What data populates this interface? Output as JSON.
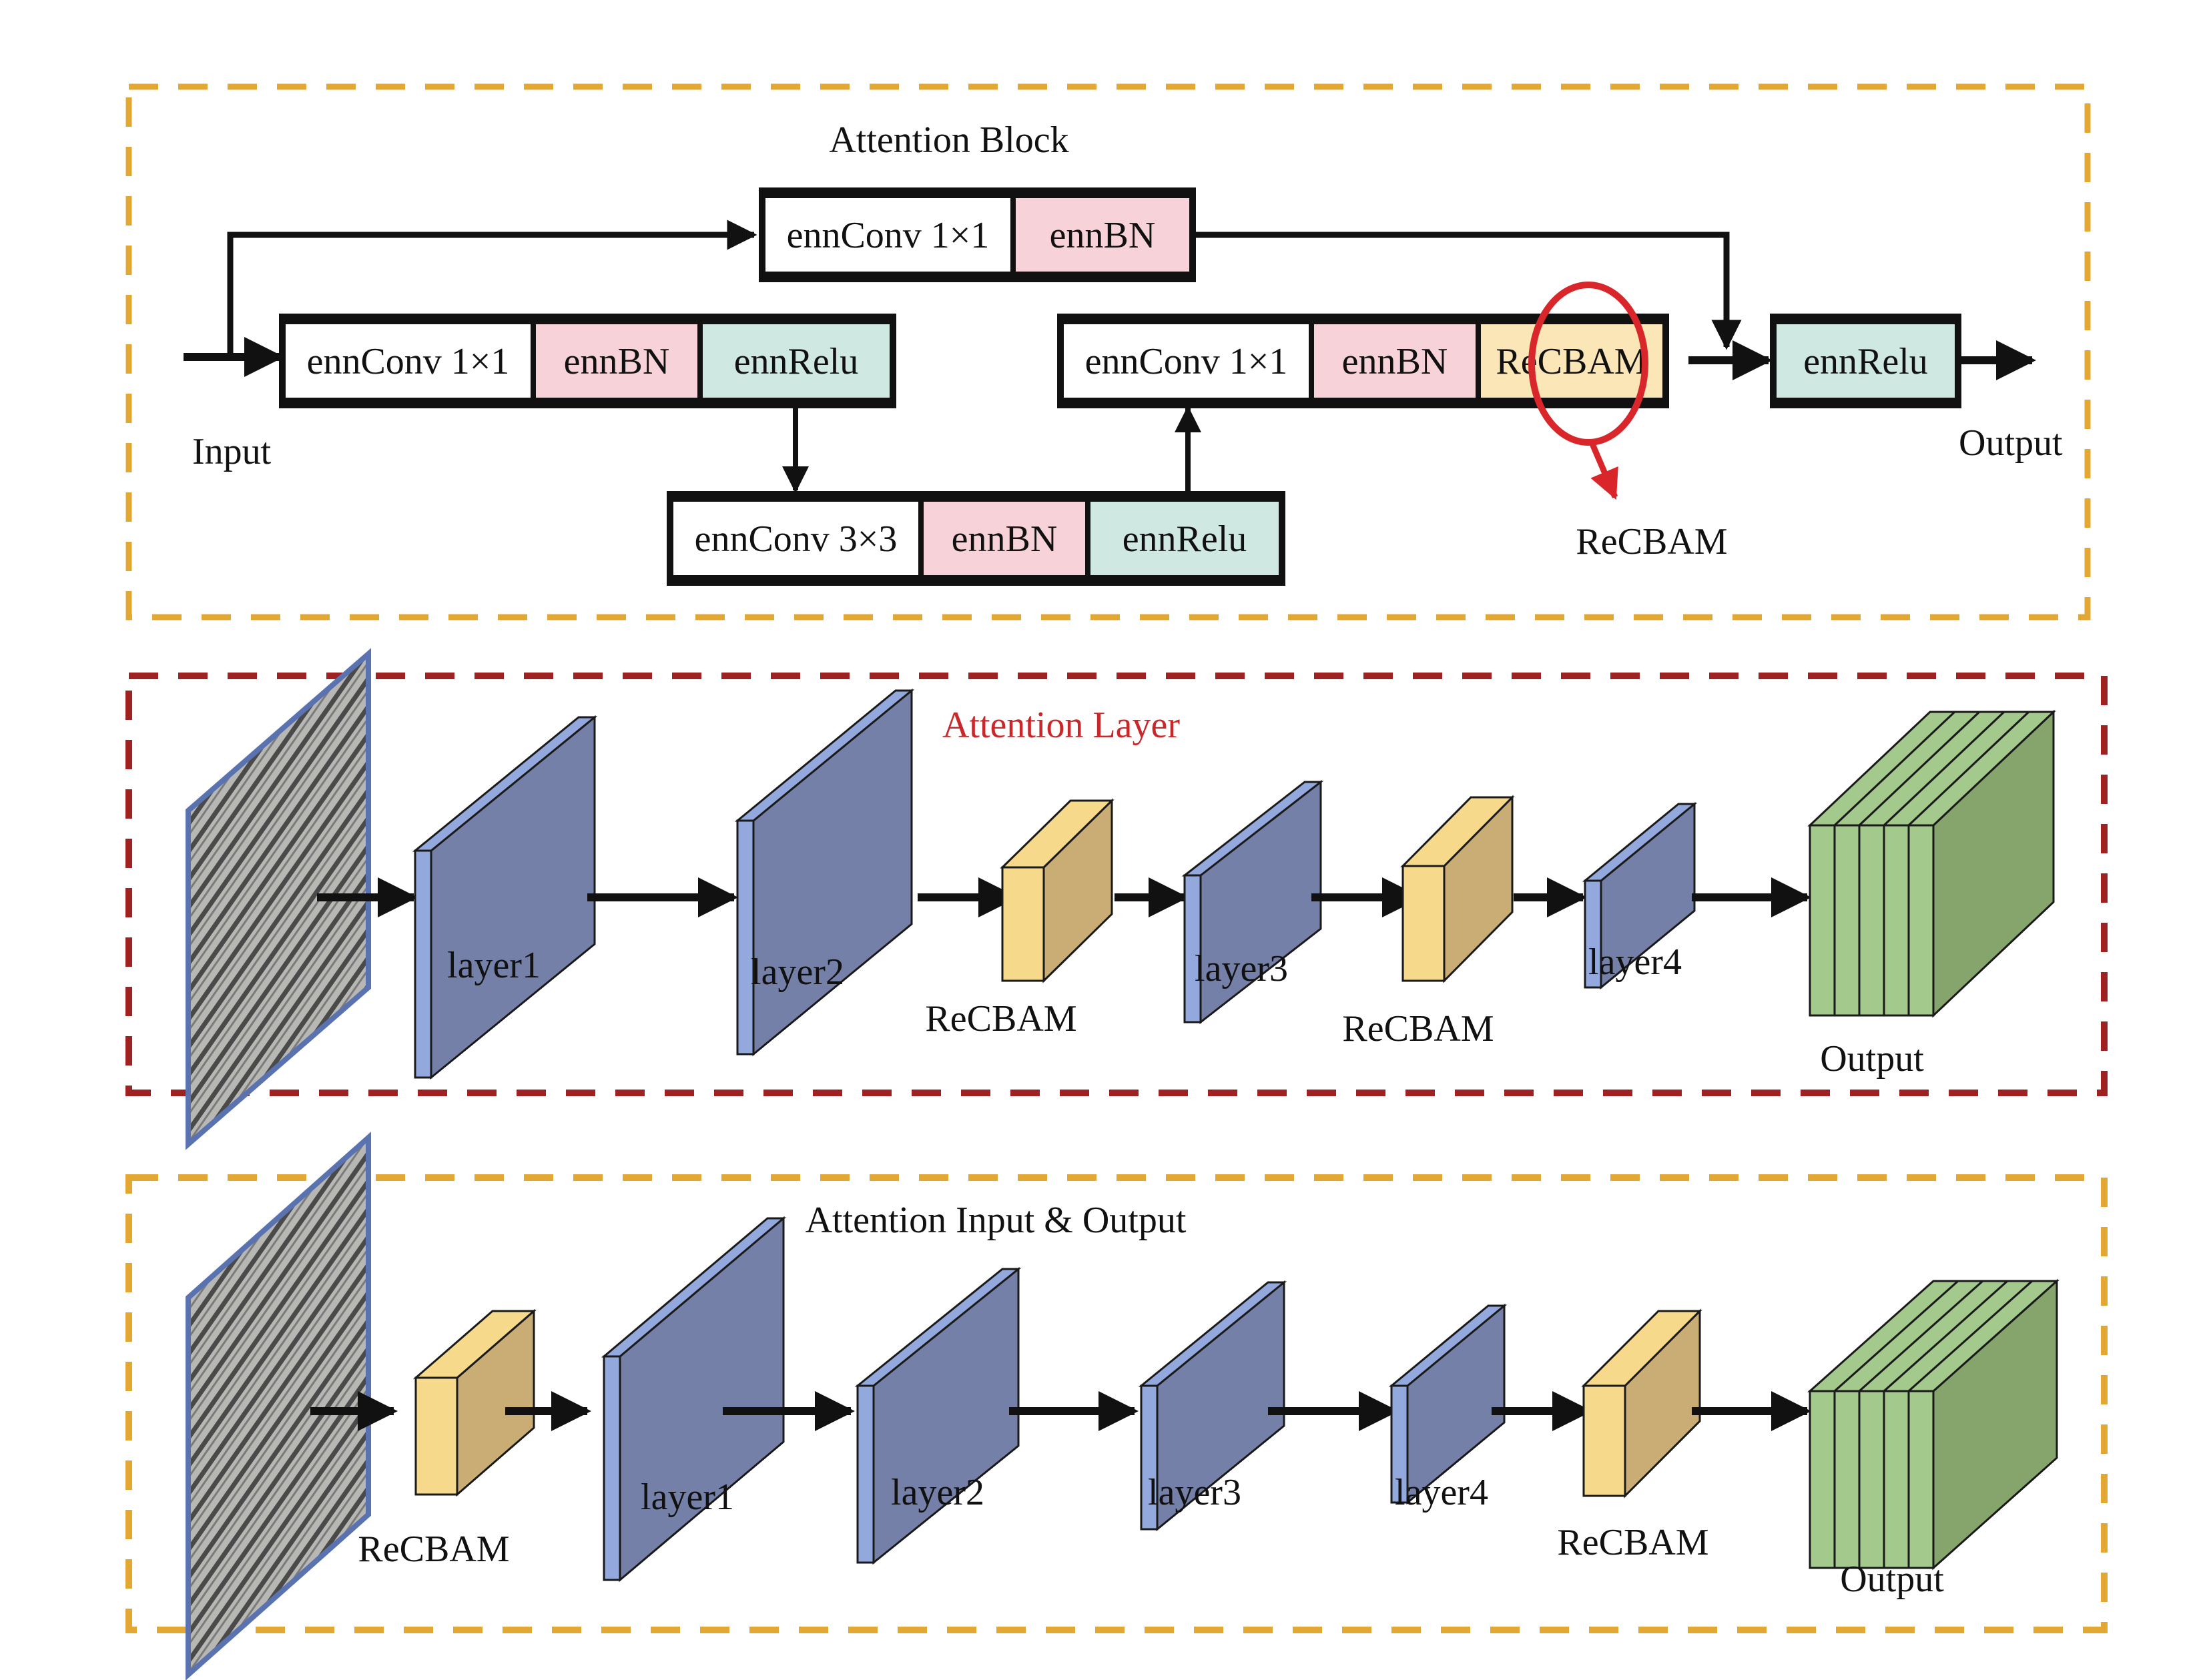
{
  "colors": {
    "gold_dash": "#e3a834",
    "darkred_dash": "#9e2222",
    "pink": "#f7d2d8",
    "teal": "#cfe8e2",
    "cream": "#fbe6b8",
    "blue_front": "#7480a8",
    "blue_side": "#93a8dc",
    "yellow_front": "#f6d98a",
    "yellow_side": "#c9ad74",
    "green_front": "#a3c98c",
    "green_side": "#86a56c",
    "red_circle": "#d9262a"
  },
  "attention_block": {
    "title": "Attention Block",
    "input_label": "Input",
    "output_label": "Output",
    "recbam_callout": "ReCBAM",
    "top_branch": [
      {
        "label": "ennConv 1×1",
        "kind": "conv"
      },
      {
        "label": "ennBN",
        "kind": "bn"
      }
    ],
    "main_left": [
      {
        "label": "ennConv 1×1",
        "kind": "conv"
      },
      {
        "label": "ennBN",
        "kind": "bn"
      },
      {
        "label": "ennRelu",
        "kind": "relu"
      }
    ],
    "lower": [
      {
        "label": "ennConv 3×3",
        "kind": "conv"
      },
      {
        "label": "ennBN",
        "kind": "bn"
      },
      {
        "label": "ennRelu",
        "kind": "relu"
      }
    ],
    "main_right": [
      {
        "label": "ennConv 1×1",
        "kind": "conv"
      },
      {
        "label": "ennBN",
        "kind": "bn"
      },
      {
        "label": "ReCBAM",
        "kind": "recbam"
      }
    ],
    "final": [
      {
        "label": "ennRelu",
        "kind": "relu"
      }
    ]
  },
  "attention_layer": {
    "title": "Attention Layer",
    "items": [
      {
        "label": "layer1",
        "kind": "layer"
      },
      {
        "label": "layer2",
        "kind": "layer"
      },
      {
        "label": "ReCBAM",
        "kind": "recbam"
      },
      {
        "label": "layer3",
        "kind": "layer"
      },
      {
        "label": "ReCBAM",
        "kind": "recbam"
      },
      {
        "label": "layer4",
        "kind": "layer"
      },
      {
        "label": "Output",
        "kind": "output"
      }
    ]
  },
  "attention_io": {
    "title": "Attention Input & Output",
    "items": [
      {
        "label": "ReCBAM",
        "kind": "recbam"
      },
      {
        "label": "layer1",
        "kind": "layer"
      },
      {
        "label": "layer2",
        "kind": "layer"
      },
      {
        "label": "layer3",
        "kind": "layer"
      },
      {
        "label": "layer4",
        "kind": "layer"
      },
      {
        "label": "ReCBAM",
        "kind": "recbam"
      },
      {
        "label": "Output",
        "kind": "output"
      }
    ]
  }
}
